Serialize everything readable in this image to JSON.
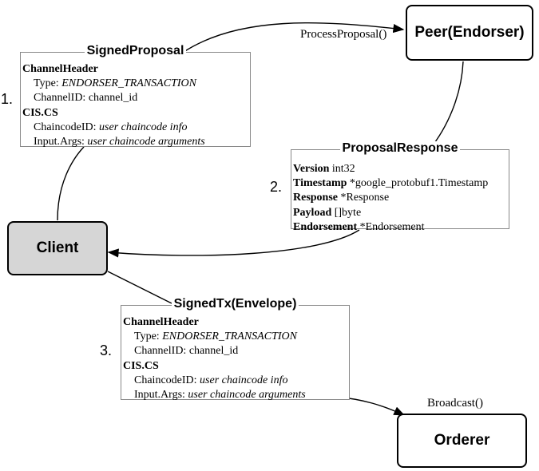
{
  "nodes": {
    "client": "Client",
    "peer": "Peer(Endorser)",
    "orderer": "Orderer"
  },
  "steps": {
    "one": "1.",
    "two": "2.",
    "three": "3."
  },
  "edges": {
    "process_proposal": "ProcessProposal()",
    "broadcast": "Broadcast()"
  },
  "signed_proposal": {
    "title": "SignedProposal",
    "channel_header": "ChannelHeader",
    "type_label": "Type: ",
    "type_value": "ENDORSER_TRANSACTION",
    "channel_id": "ChannelID: channel_id",
    "cis": "CIS.CS",
    "chaincode_label": "ChaincodeID: ",
    "chaincode_value": "user chaincode info",
    "args_label": "Input.Args: ",
    "args_value": "user chaincode arguments"
  },
  "proposal_response": {
    "title": "ProposalResponse",
    "fields": [
      {
        "name": "Version",
        "type": " int32"
      },
      {
        "name": "Timestamp",
        "type": " *google_protobuf1.Timestamp"
      },
      {
        "name": "Response",
        "type": " *Response"
      },
      {
        "name": "Payload",
        "type": " []byte"
      },
      {
        "name": "Endorsement",
        "type": " *Endorsement"
      }
    ]
  },
  "signed_tx": {
    "title": "SignedTx(Envelope)",
    "channel_header": "ChannelHeader",
    "type_label": "Type: ",
    "type_value": "ENDORSER_TRANSACTION",
    "channel_id": "ChannelID: channel_id",
    "cis": "CIS.CS",
    "chaincode_label": "ChaincodeID: ",
    "chaincode_value": "user chaincode info",
    "args_label": "Input.Args: ",
    "args_value": "user chaincode arguments"
  }
}
